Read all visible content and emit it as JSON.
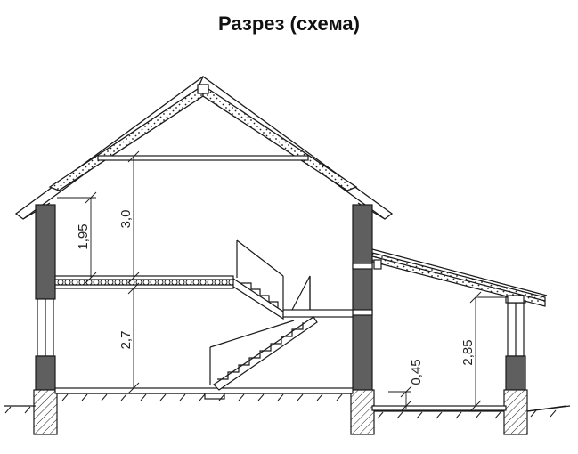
{
  "title": "Разрез (схема)",
  "colors": {
    "line": "#1a1a1a",
    "wall_fill": "#5f5f5f",
    "background": "#ffffff"
  },
  "dimensions": {
    "attic_height": "3,0",
    "knee_wall_height": "1,95",
    "ground_floor_height": "2,7",
    "annex_height": "2,85",
    "annex_floor_step": "0,45"
  }
}
